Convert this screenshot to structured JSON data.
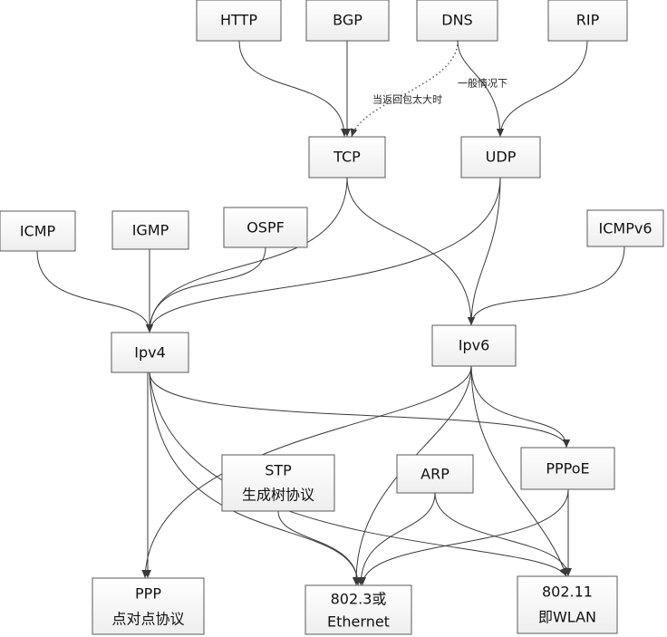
{
  "nodes": {
    "http": {
      "lines": [
        "HTTP"
      ]
    },
    "bgp": {
      "lines": [
        "BGP"
      ]
    },
    "dns": {
      "lines": [
        "DNS"
      ]
    },
    "rip": {
      "lines": [
        "RIP"
      ]
    },
    "tcp": {
      "lines": [
        "TCP"
      ]
    },
    "udp": {
      "lines": [
        "UDP"
      ]
    },
    "icmp": {
      "lines": [
        "ICMP"
      ]
    },
    "igmp": {
      "lines": [
        "IGMP"
      ]
    },
    "ospf": {
      "lines": [
        "OSPF"
      ]
    },
    "icmpv6": {
      "lines": [
        "ICMPv6"
      ]
    },
    "ipv4": {
      "lines": [
        "Ipv4"
      ]
    },
    "ipv6": {
      "lines": [
        "Ipv6"
      ]
    },
    "stp": {
      "lines": [
        "STP",
        "生成树协议"
      ]
    },
    "arp": {
      "lines": [
        "ARP"
      ]
    },
    "pppoe": {
      "lines": [
        "PPPoE"
      ]
    },
    "ppp": {
      "lines": [
        "PPP",
        "点对点协议"
      ]
    },
    "ethernet": {
      "lines": [
        "802.3或",
        "Ethernet"
      ]
    },
    "wlan": {
      "lines": [
        "802.11",
        "即WLAN"
      ]
    }
  },
  "edges": [
    {
      "from": "http",
      "to": "tcp",
      "style": "solid"
    },
    {
      "from": "bgp",
      "to": "tcp",
      "style": "solid"
    },
    {
      "from": "dns",
      "to": "tcp",
      "style": "dotted",
      "label": "当返回包太大时"
    },
    {
      "from": "dns",
      "to": "udp",
      "style": "solid",
      "label": "一般情况下"
    },
    {
      "from": "rip",
      "to": "udp",
      "style": "solid"
    },
    {
      "from": "tcp",
      "to": "ipv4",
      "style": "solid"
    },
    {
      "from": "tcp",
      "to": "ipv6",
      "style": "solid"
    },
    {
      "from": "udp",
      "to": "ipv4",
      "style": "solid"
    },
    {
      "from": "udp",
      "to": "ipv6",
      "style": "solid"
    },
    {
      "from": "icmp",
      "to": "ipv4",
      "style": "solid"
    },
    {
      "from": "igmp",
      "to": "ipv4",
      "style": "solid"
    },
    {
      "from": "ospf",
      "to": "ipv4",
      "style": "solid"
    },
    {
      "from": "icmpv6",
      "to": "ipv6",
      "style": "solid"
    },
    {
      "from": "ipv4",
      "to": "ppp",
      "style": "solid"
    },
    {
      "from": "ipv4",
      "to": "pppoe",
      "style": "solid"
    },
    {
      "from": "ipv4",
      "to": "ethernet",
      "style": "solid"
    },
    {
      "from": "ipv4",
      "to": "wlan",
      "style": "solid"
    },
    {
      "from": "ipv6",
      "to": "ppp",
      "style": "solid"
    },
    {
      "from": "ipv6",
      "to": "ethernet",
      "style": "solid"
    },
    {
      "from": "ipv6",
      "to": "pppoe",
      "style": "solid"
    },
    {
      "from": "ipv6",
      "to": "wlan",
      "style": "solid"
    },
    {
      "from": "stp",
      "to": "ethernet",
      "style": "solid"
    },
    {
      "from": "arp",
      "to": "ethernet",
      "style": "solid"
    },
    {
      "from": "arp",
      "to": "wlan",
      "style": "solid"
    },
    {
      "from": "pppoe",
      "to": "ethernet",
      "style": "solid"
    },
    {
      "from": "pppoe",
      "to": "wlan",
      "style": "solid"
    }
  ]
}
